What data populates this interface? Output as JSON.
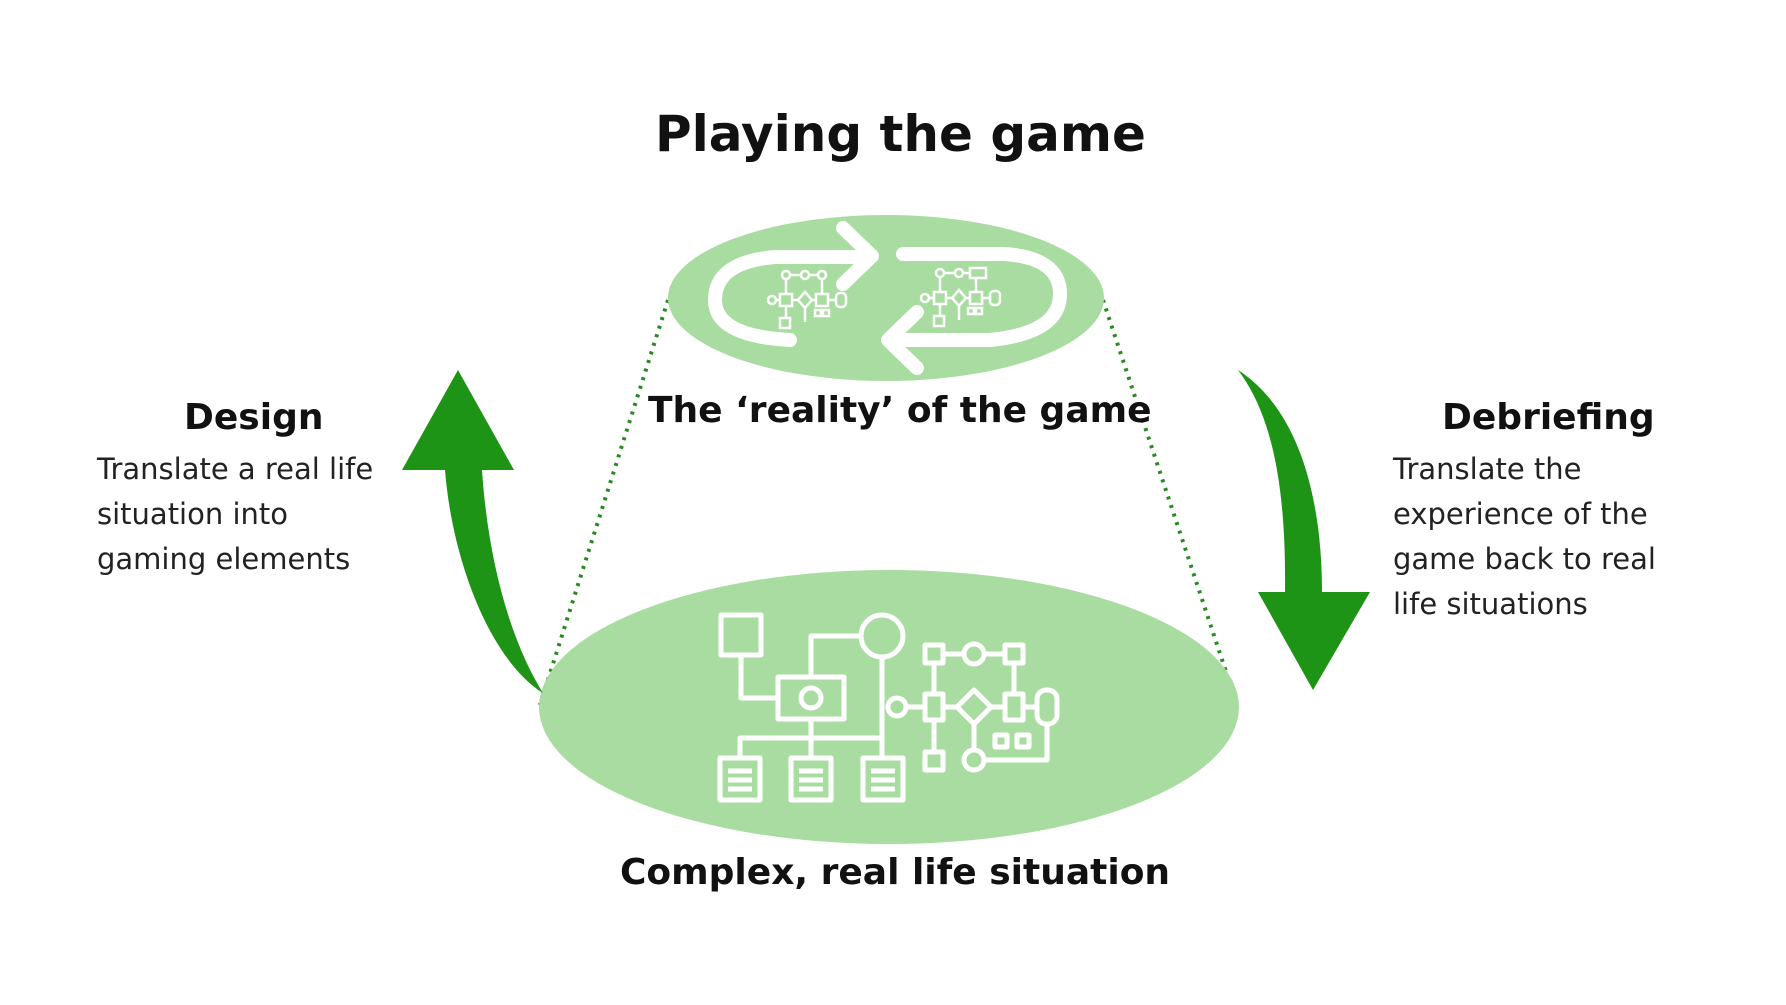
{
  "title": "Playing the game",
  "top_label": "The ‘reality’ of the game",
  "bottom_label": "Complex, real life situation",
  "design": {
    "heading": "Design",
    "lines": [
      "Translate a real life",
      "situation into",
      "gaming elements"
    ]
  },
  "debriefing": {
    "heading": "Debriefing",
    "lines": [
      "Translate the",
      "experience of the",
      "game back to real",
      "life situations"
    ]
  },
  "colors": {
    "ellipse_fill": "#a9dca0",
    "arrow_green": "#1e9416",
    "dotted_line": "#2a8a22",
    "icon_stroke": "#ffffff"
  }
}
